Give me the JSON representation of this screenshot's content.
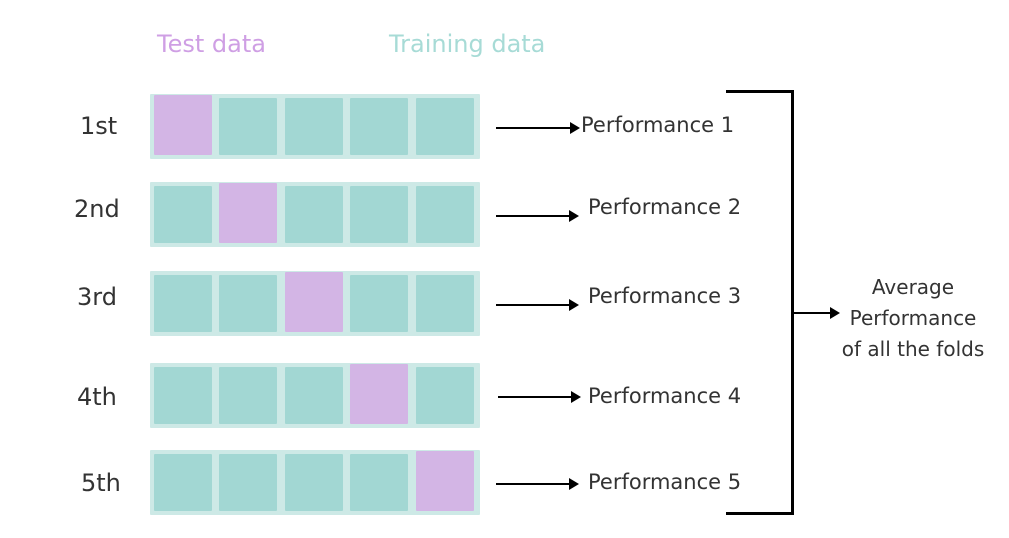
{
  "legend": {
    "test_label": "Test data",
    "training_label": "Training data"
  },
  "colors": {
    "test": "#d3b5e5",
    "training": "#a2d7d3",
    "strip": "#cde9e6",
    "test_text": "#cf9fe4",
    "training_text": "#a7dbd6"
  },
  "folds": [
    {
      "label": "1st",
      "test_index": 0,
      "performance": "Performance 1"
    },
    {
      "label": "2nd",
      "test_index": 1,
      "performance": "Performance 2"
    },
    {
      "label": "3rd",
      "test_index": 2,
      "performance": "Performance 3"
    },
    {
      "label": "4th",
      "test_index": 3,
      "performance": "Performance 4"
    },
    {
      "label": "5th",
      "test_index": 4,
      "performance": "Performance 5"
    }
  ],
  "summary": {
    "line1": "Average",
    "line2": "Performance",
    "line3": "of all the folds"
  }
}
